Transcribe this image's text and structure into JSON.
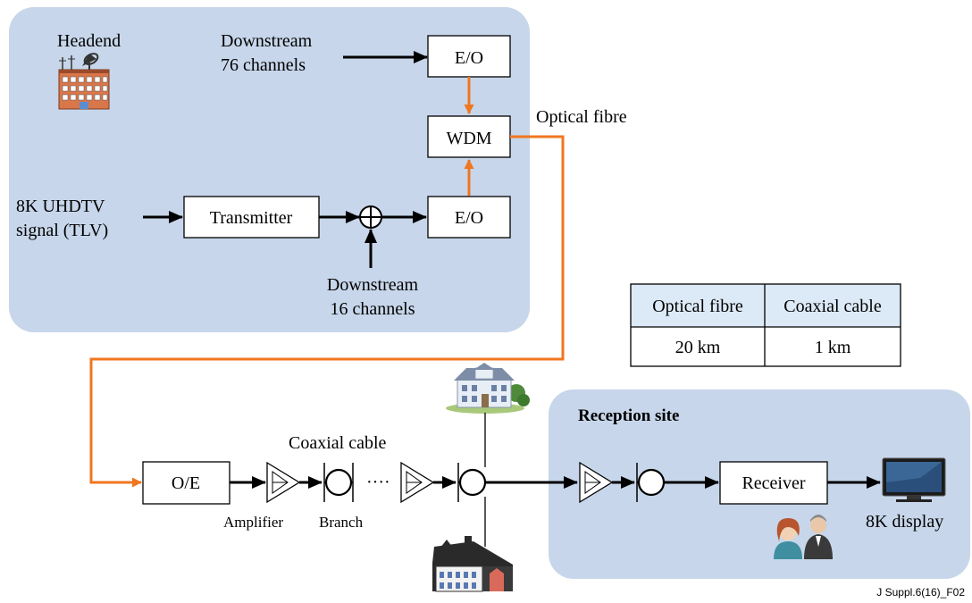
{
  "headend": {
    "label": "Headend"
  },
  "inputs": {
    "downstream_76": [
      "Downstream",
      "76 channels"
    ],
    "signal": [
      "8K UHDTV",
      "signal (TLV)"
    ],
    "downstream_16": [
      "Downstream",
      "16 channels"
    ]
  },
  "blocks": {
    "eo_top": "E/O",
    "wdm": "WDM",
    "transmitter": "Transmitter",
    "eo_bottom": "E/O",
    "oe": "O/E",
    "receiver": "Receiver"
  },
  "labels": {
    "optical_fibre": "Optical fibre",
    "coaxial_cable": "Coaxial cable",
    "amplifier": "Amplifier",
    "branch": "Branch",
    "ellipsis": "····",
    "display": "8K display"
  },
  "reception": {
    "title": "Reception site"
  },
  "table": {
    "headers": [
      "Optical fibre",
      "Coaxial cable"
    ],
    "values": [
      "20 km",
      "1 km"
    ]
  },
  "figure_id": "J Suppl.6(16)_F02",
  "colors": {
    "panel": "#c7d6ea",
    "fibre": "#f07620",
    "line": "#000000"
  }
}
